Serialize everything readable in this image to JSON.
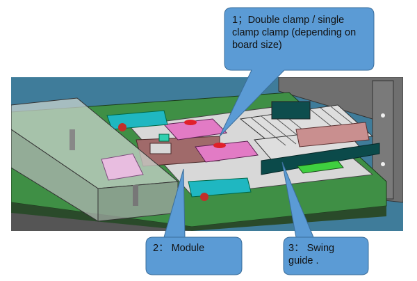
{
  "figure": {
    "description": "CAD render of PCB clamping fixture with labeled callouts",
    "callouts": [
      {
        "number": "1",
        "label": "1；Double clamp / single clamp clamp (depending on board size)"
      },
      {
        "number": "2",
        "label": "2： Module"
      },
      {
        "number": "3",
        "label": "3： Swing guide ."
      }
    ]
  },
  "colors": {
    "background": "#3f7c9a",
    "callout_fill": "#5b9bd5",
    "callout_stroke": "#3a6d9a",
    "base_green": "#3f8f45",
    "clamp_pink": "#e27bc5",
    "block_cyan": "#1fb7c1",
    "guide_dark_teal": "#0b4a4a",
    "frame_gray": "#6d6d6d"
  }
}
